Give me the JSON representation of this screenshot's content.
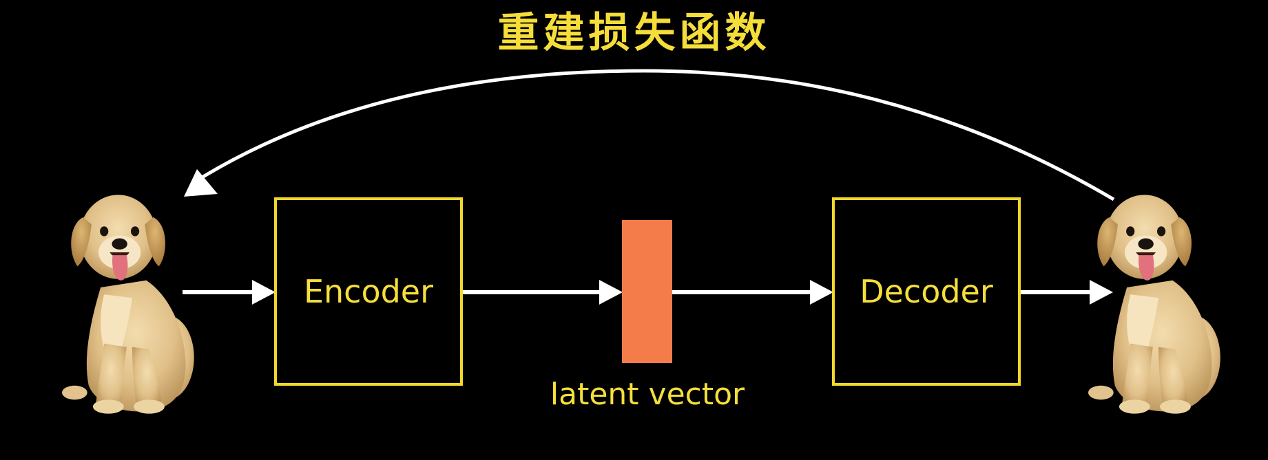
{
  "title": "重建损失函数",
  "encoder": {
    "label": "Encoder"
  },
  "decoder": {
    "label": "Decoder"
  },
  "latent": {
    "label": "latent vector"
  },
  "colors": {
    "background": "#000000",
    "text": "#f5df3c",
    "box_border": "#f2d82a",
    "latent_bar": "#f47c4b",
    "arrows": "#ffffff",
    "dog_fur": "#e3c58f"
  },
  "icons": {
    "input_image": "golden-retriever-puppy",
    "output_image": "golden-retriever-puppy"
  }
}
